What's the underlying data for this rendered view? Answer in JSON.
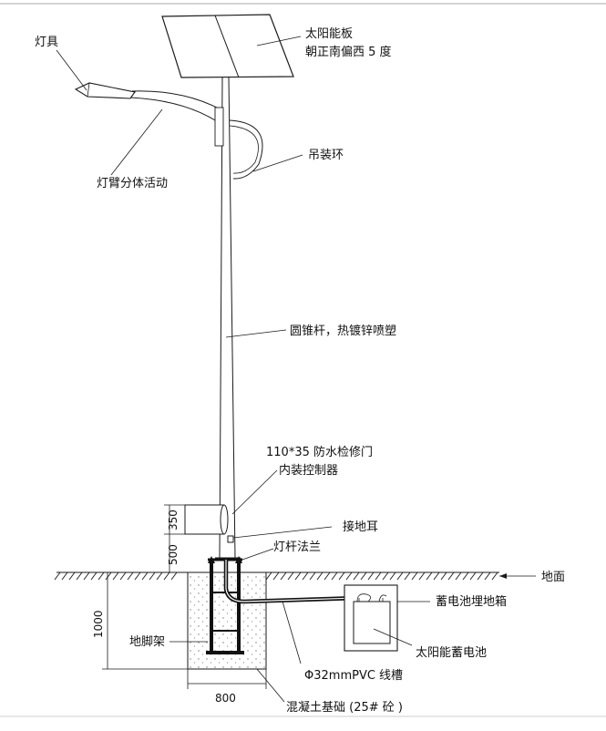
{
  "labels": {
    "solar_panel_1": "太阳能板",
    "solar_panel_2": "朝正南偏西 5 度",
    "lamp": "灯具",
    "arm": "灯臂分体活动",
    "hoist_ring": "吊装环",
    "pole": "圆锥杆，热镀锌喷塑",
    "door_1": "110*35 防水检修门",
    "door_2": "内装控制器",
    "ground_lug": "接地耳",
    "flange": "灯杆法兰",
    "ground": "地面",
    "battery_box": "蓄电池埋地箱",
    "battery": "太阳能蓄电池",
    "conduit": "Φ32mmPVC 线槽",
    "foundation": "混凝土基础 (25# 砼 )",
    "anchor": "地脚架"
  },
  "dimensions": {
    "d350": "350",
    "d500": "500",
    "d1000": "1000",
    "d800": "800"
  }
}
